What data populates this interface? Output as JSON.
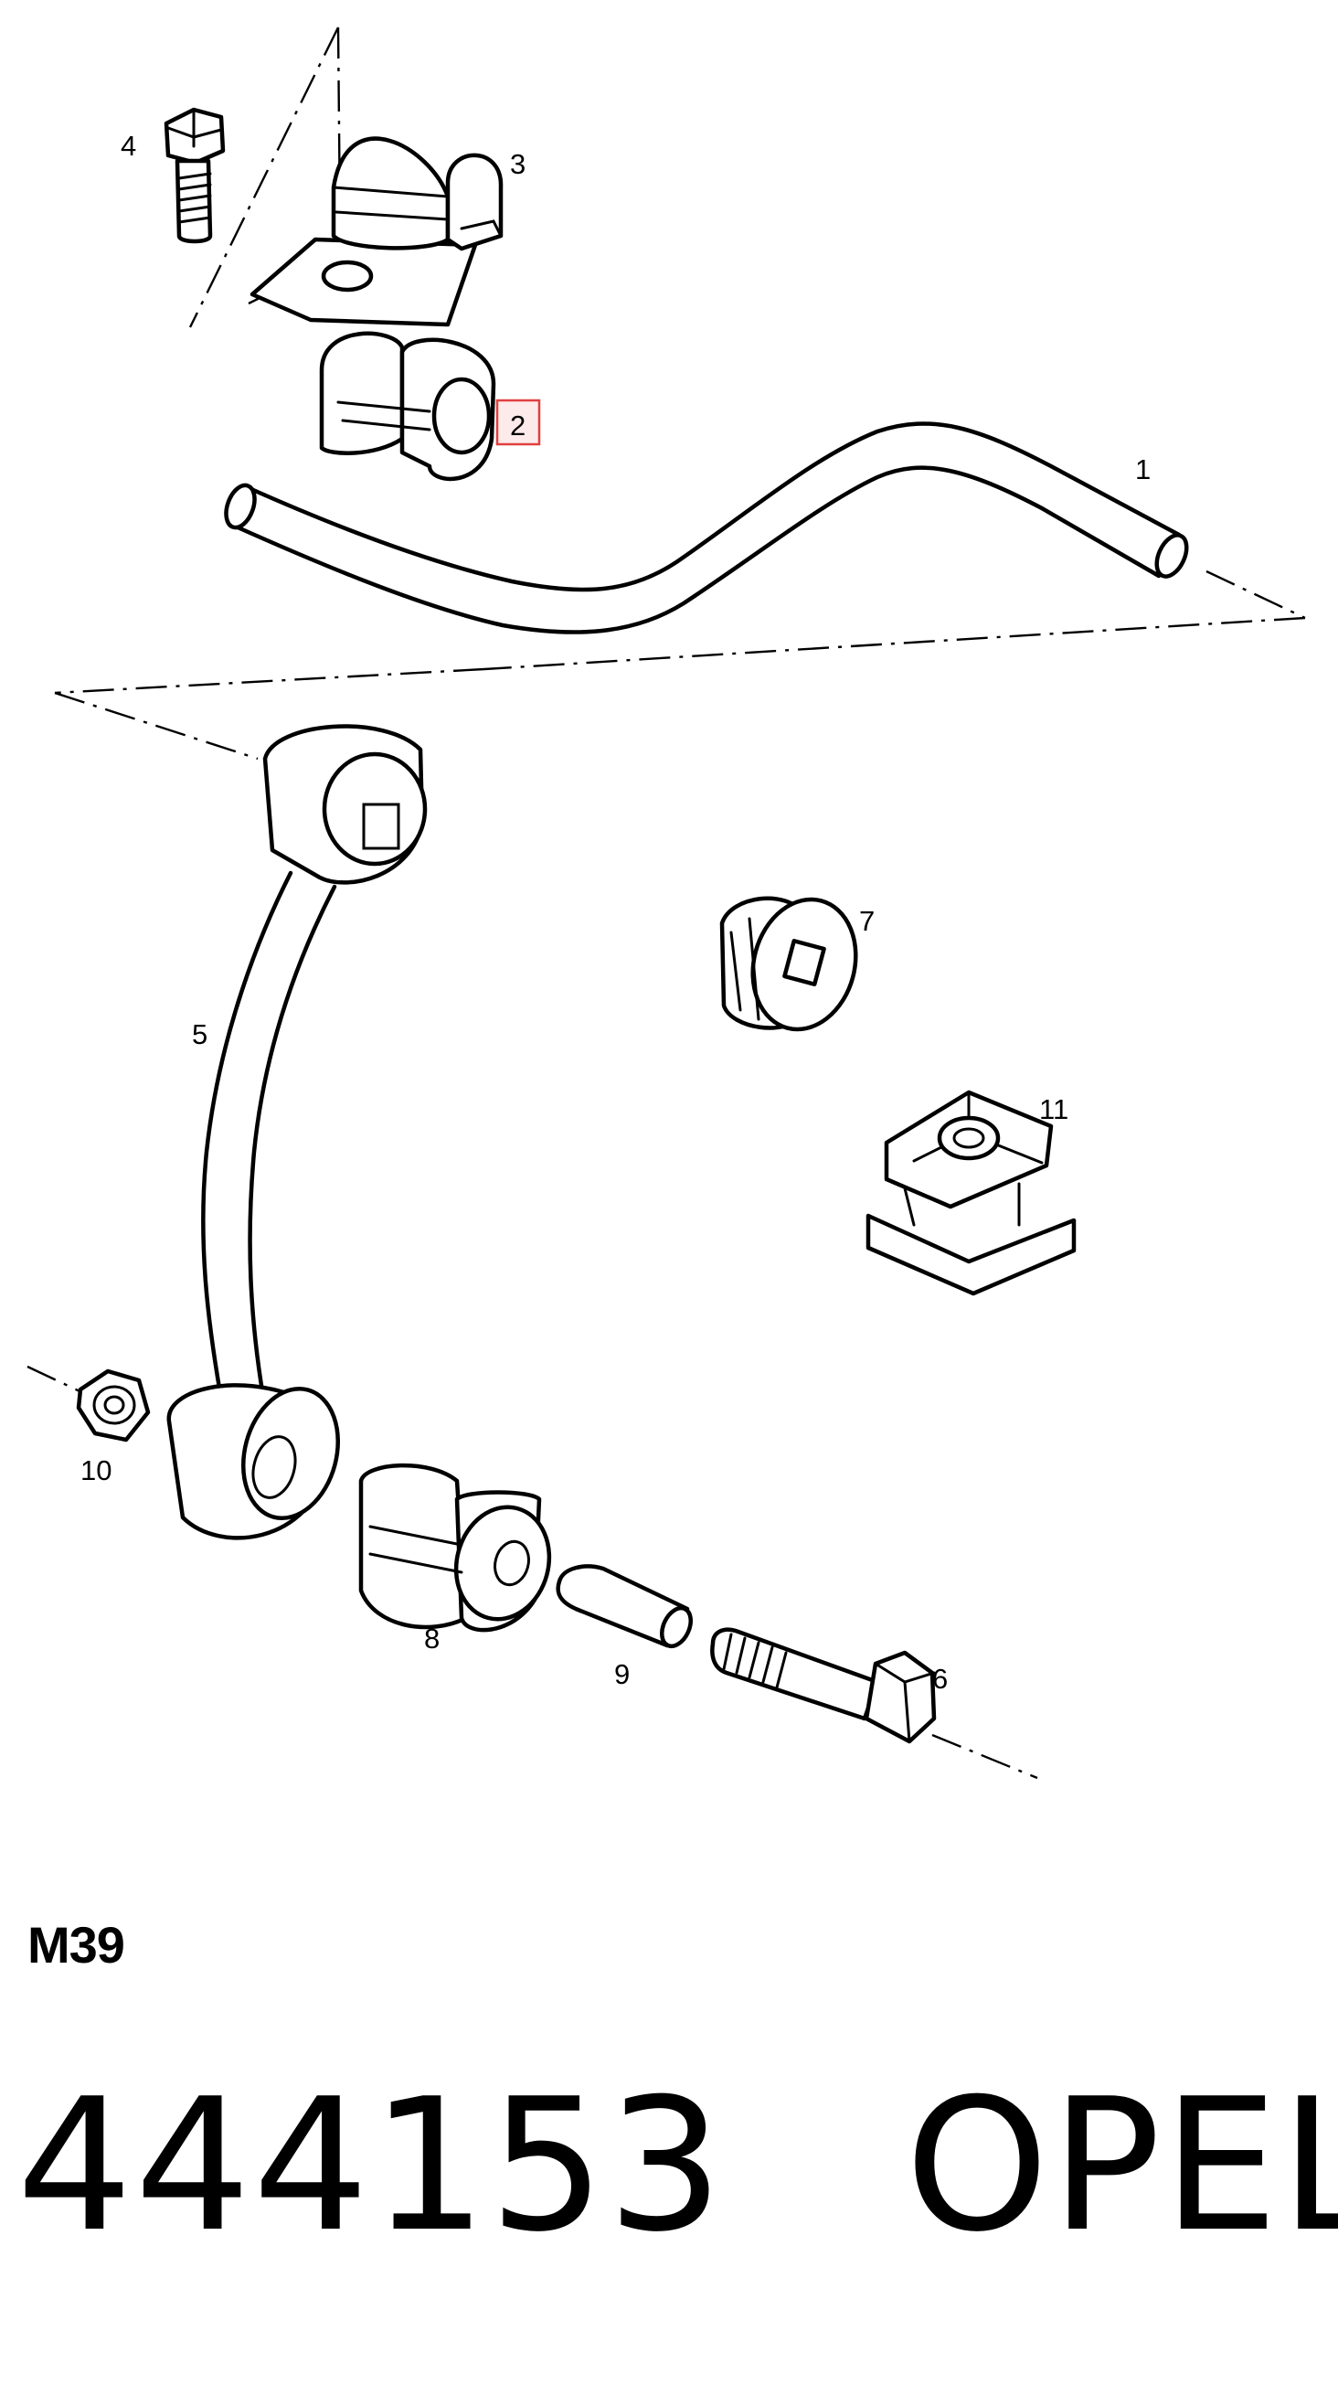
{
  "diagram": {
    "part_labels": {
      "p1": "1",
      "p2": "2",
      "p3": "3",
      "p4": "4",
      "p5": "5",
      "p6": "6",
      "p7": "7",
      "p8": "8",
      "p9": "9",
      "p10": "10",
      "p11": "11"
    },
    "highlight_color": "#e04040",
    "code": "M39"
  },
  "footer": {
    "part_number": "444153",
    "brand": "OPEL"
  }
}
